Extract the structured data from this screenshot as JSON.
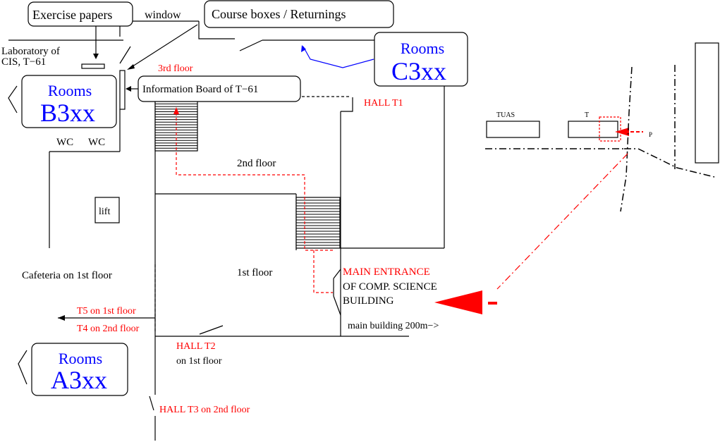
{
  "colors": {
    "ink": "#000000",
    "red": "#ff0000",
    "blue": "#0000ff"
  },
  "labels": {
    "exercise_papers": "Exercise papers",
    "window": "window",
    "course_boxes": "Course boxes / Returnings",
    "laboratory_line1": "Laboratory of",
    "laboratory_line2": "CIS, T−61",
    "third_floor": "3rd floor",
    "information_board": "Information Board of T−61",
    "rooms_b_title": "Rooms",
    "rooms_b_code": "B3xx",
    "rooms_c_title": "Rooms",
    "rooms_c_code": "C3xx",
    "rooms_a_title": "Rooms",
    "rooms_a_code": "A3xx",
    "hall_t1": "HALL T1",
    "wc_left": "WC",
    "wc_right": "WC",
    "second_floor": "2nd floor",
    "lift": "lift",
    "cafeteria": "Cafeteria on 1st floor",
    "first_floor": "1st floor",
    "main_entrance_line1": "MAIN ENTRANCE",
    "main_entrance_line2": "OF COMP. SCIENCE",
    "main_entrance_line3": "BUILDING",
    "t5": "T5 on 1st floor",
    "t4": "T4 on 2nd floor",
    "main_building": "main building 200m−>",
    "hall_t2": "HALL T2",
    "hall_t2_floor": "on 1st floor",
    "hall_t3": "HALL T3 on 2nd floor",
    "tuas": "TUAS",
    "t_building": "T",
    "p_marker": "P"
  }
}
